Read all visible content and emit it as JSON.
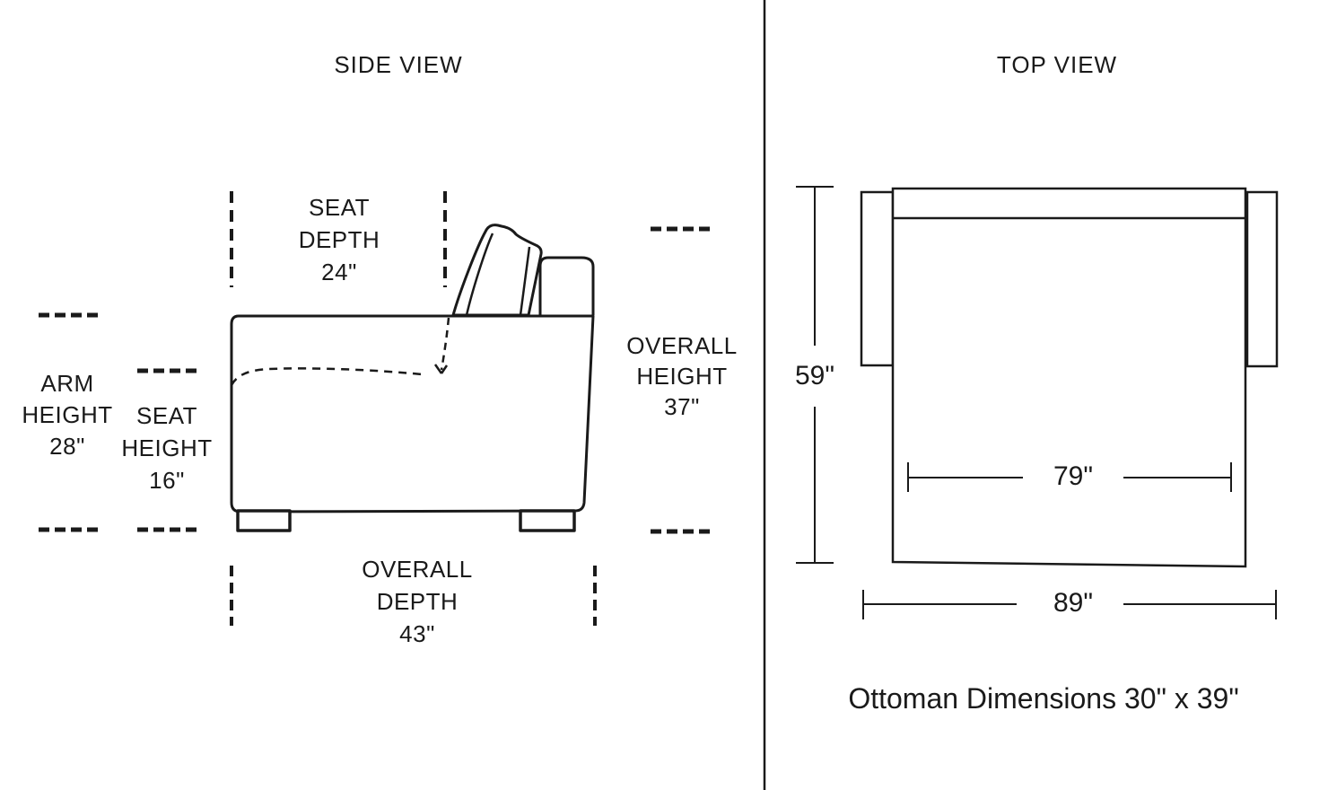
{
  "colors": {
    "line": "#1a1a1a",
    "text": "#1a1a1a",
    "background": "#ffffff"
  },
  "side_view": {
    "title": "SIDE VIEW",
    "labels": {
      "seat_depth": {
        "lines": [
          "SEAT",
          "DEPTH",
          "24\""
        ]
      },
      "arm_height": {
        "lines": [
          "ARM",
          "HEIGHT",
          "28\""
        ]
      },
      "seat_height": {
        "lines": [
          "SEAT",
          "HEIGHT",
          "16\""
        ]
      },
      "overall_height": {
        "lines": [
          "OVERALL",
          "HEIGHT",
          "37\""
        ]
      },
      "overall_depth": {
        "lines": [
          "OVERALL",
          "DEPTH",
          "43\""
        ]
      }
    }
  },
  "top_view": {
    "title": "TOP VIEW",
    "dimensions": {
      "depth": "59\"",
      "seat_width": "79\"",
      "overall_width": "89\""
    },
    "note": "Ottoman Dimensions 30\" x 39\""
  }
}
